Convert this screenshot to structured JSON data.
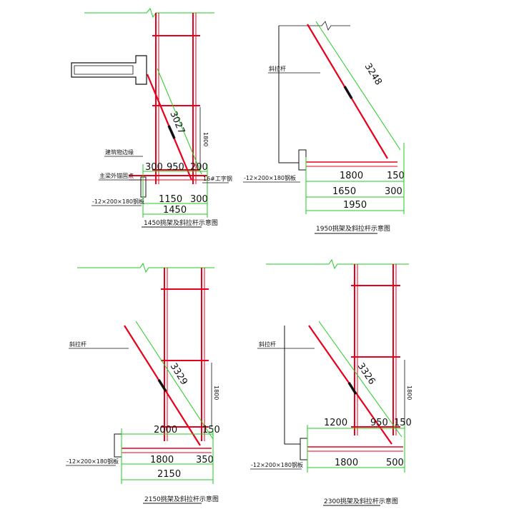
{
  "panels": [
    {
      "caption": "1450挑架及斜拉杆示意图",
      "dims": {
        "d300": "300",
        "d950": "950",
        "d200": "200",
        "d1150": "1150",
        "d300b": "300",
        "d1450": "1450",
        "diag": "3027",
        "vert": "1800"
      },
      "labels": {
        "l1": "建筑物边缘",
        "l2": "主梁外锚固点",
        "l3": "16#工字钢",
        "plate": "-12×200×180钢板"
      }
    },
    {
      "caption": "1950挑架及斜拉杆示意图",
      "dims": {
        "diag": "3248",
        "d1800": "1800",
        "d150": "150",
        "d1650": "1650",
        "d300": "300",
        "d1950": "1950"
      },
      "labels": {
        "rod": "斜拉杆",
        "plate": "-12×200×180钢板"
      }
    },
    {
      "caption": "2150挑架及斜拉杆示意图",
      "dims": {
        "diag": "3329",
        "vert": "1800",
        "d2000": "2000",
        "d150": "150",
        "d1800": "1800",
        "d350": "350",
        "d2150": "2150"
      },
      "labels": {
        "rod": "斜拉杆",
        "plate": "-12×200×180钢板"
      }
    },
    {
      "caption": "2300挑架及斜拉杆示意图",
      "dims": {
        "diag": "3326",
        "vert": "1800",
        "d1200": "1200",
        "d950": "950",
        "d150": "150",
        "d1800": "1800",
        "d500": "500"
      },
      "labels": {
        "rod": "斜拉杆",
        "plate": "-12×200×180钢板"
      }
    }
  ],
  "colors": {
    "steel": "#e8001c",
    "dimension": "#22cc22",
    "outline": "#111111"
  }
}
